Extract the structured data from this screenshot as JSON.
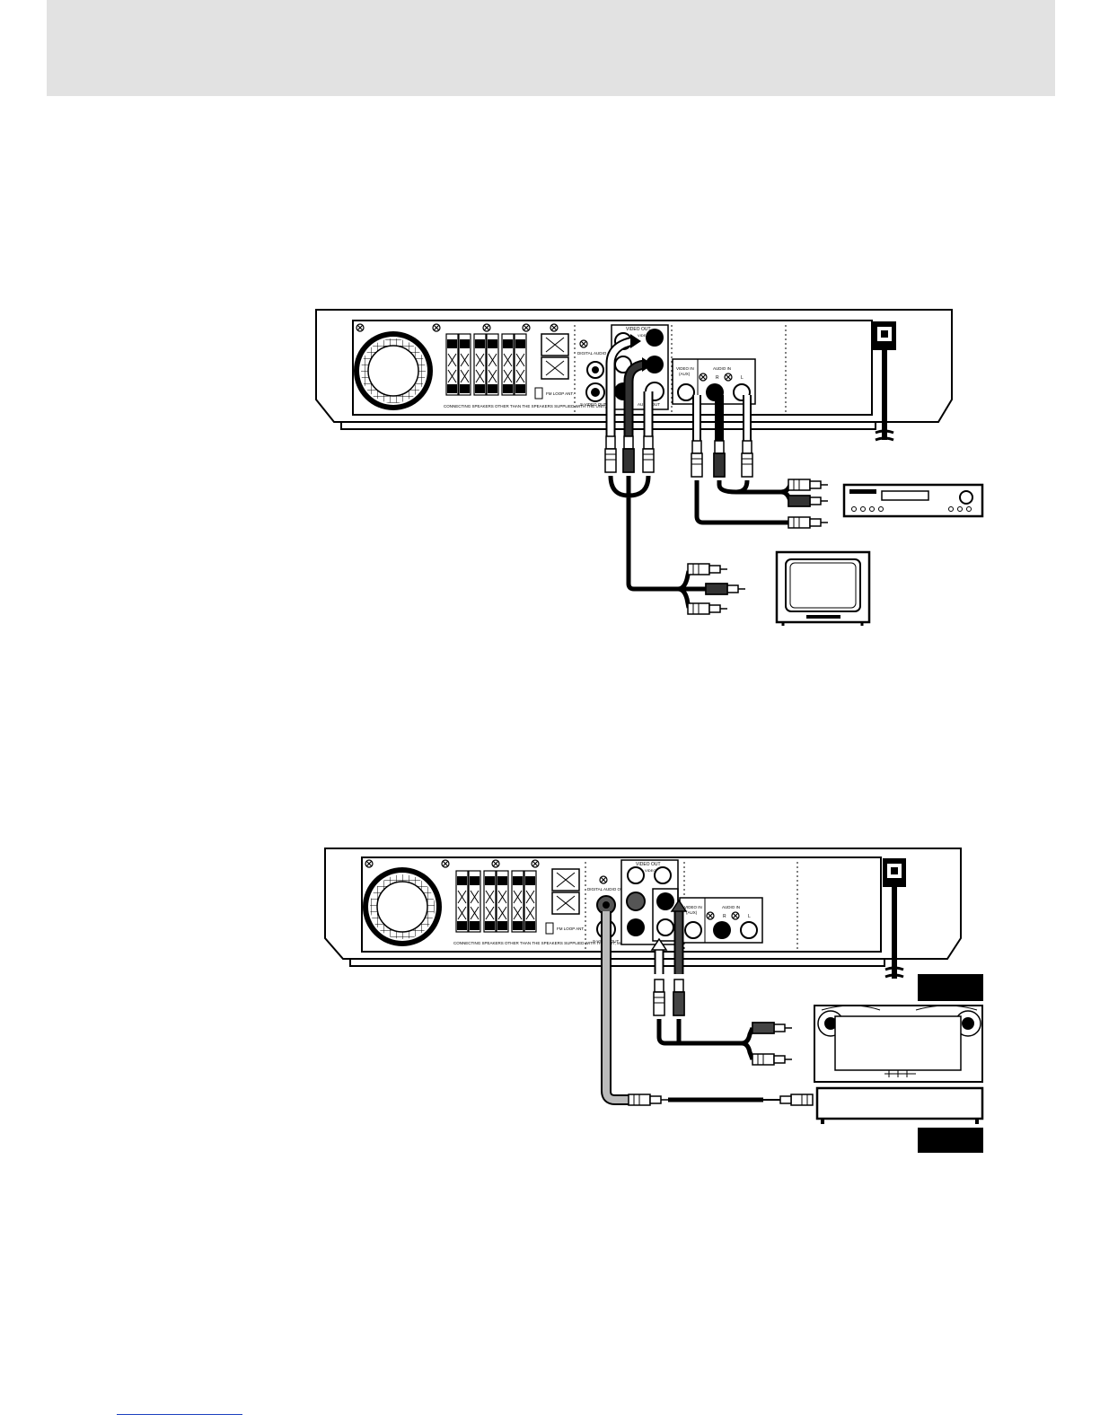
{
  "diagram1": {
    "panel_labels": {
      "video_out": "VIDEO OUT",
      "video": "VIDEO",
      "digital_audio_out": "DIGITAL AUDIO OUT",
      "s_video_out": "S-VIDEO OUT",
      "audio_out": "AUDIO OUT",
      "video_in": "VIDEO IN",
      "aux": "(AUX)",
      "audio_in": "AUDIO IN",
      "r": "R",
      "l": "L",
      "fm_loop": "FM LOOP ANT.",
      "warning": "CONNECTING SPEAKERS OTHER THAN THE SPEAKERS SUPPLIED WITH THE UNIT, MAY DAMAGE THE SYSTEM."
    }
  },
  "diagram2": {
    "panel_labels": {
      "video_out": "VIDEO OUT",
      "video": "VIDEO",
      "digital_audio_out": "DIGITAL AUDIO OUT",
      "s_video_out": "S-VIDEO OUT",
      "video_in": "VIDEO IN",
      "aux": "(AUX)",
      "audio_in": "AUDIO IN",
      "r": "R",
      "l": "L",
      "fm_loop": "FM LOOP ANT.",
      "warning": "CONNECTING SPEAKERS OTHER THAN THE SPEAKERS SUPPLIED WITH THE UNIT, MAY DAMAGE THE SYSTEM."
    }
  }
}
